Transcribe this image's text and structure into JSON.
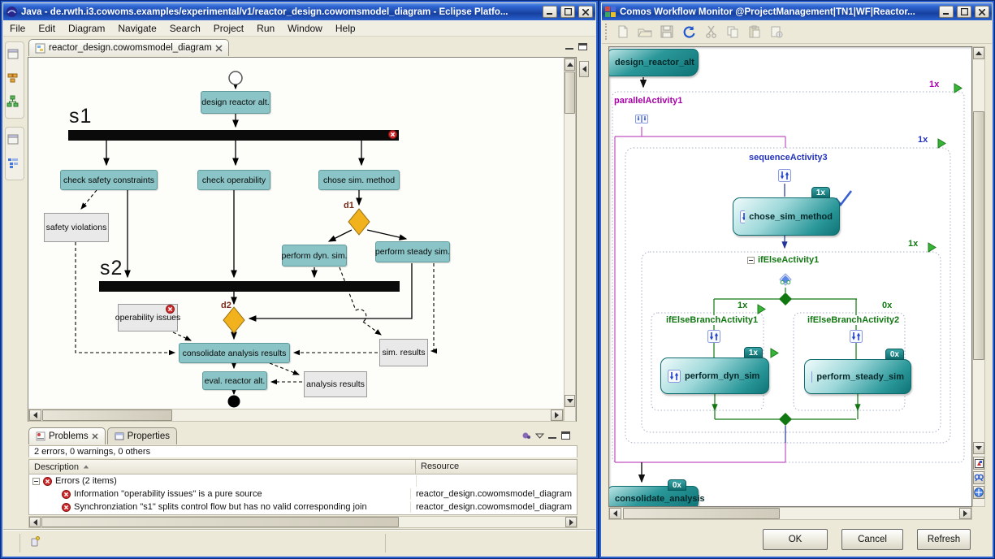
{
  "left": {
    "title": "Java - de.rwth.i3.cowoms.examples/experimental/v1/reactor_design.cowomsmodel_diagram - Eclipse Platfo...",
    "menu": [
      "File",
      "Edit",
      "Diagram",
      "Navigate",
      "Search",
      "Project",
      "Run",
      "Window",
      "Help"
    ],
    "tab": "reactor_design.cowomsmodel_diagram",
    "fastview_icons": [
      "editor-icon",
      "package-explorer-icon",
      "hierarchy-icon",
      "editor-icon",
      "outline-icon"
    ],
    "diagram": {
      "s1": "s1",
      "s2": "s2",
      "d1": "d1",
      "d2": "d2",
      "design": "design reactor alt.",
      "check_safety": "check safety constraints",
      "check_operability": "check operability",
      "chose_sim": "chose sim. method",
      "safety_violations": "safety violations",
      "perform_dyn": "perform dyn. sim.",
      "perform_steady": "perform steady sim.",
      "operability_issues": "operability issues",
      "consolidate": "consolidate analysis results",
      "sim_results": "sim. results",
      "eval": "eval. reactor alt.",
      "analysis_results": "analysis results"
    },
    "problems": {
      "tab_problems": "Problems",
      "tab_properties": "Properties",
      "summary": "2 errors, 0 warnings, 0 others",
      "col_description": "Description",
      "col_resource": "Resource",
      "group_label": "Errors (2 items)",
      "rows": [
        {
          "desc": "Information \"operability issues\" is a pure source",
          "res": "reactor_design.cowomsmodel_diagram"
        },
        {
          "desc": "Synchronziation \"s1\" splits control flow but has no valid corresponding join",
          "res": "reactor_design.cowomsmodel_diagram"
        }
      ]
    }
  },
  "right": {
    "title": "Comos Workflow Monitor @ProjectManagement|TN1|WF|Reactor...",
    "toolbar_icons": [
      "new-icon",
      "open-icon",
      "save-icon",
      "refresh-icon",
      "cut-icon",
      "copy-icon",
      "paste-icon",
      "properties-icon"
    ],
    "side_icons": [
      "overview-icon",
      "search-icon",
      "pan-icon"
    ],
    "workflow": {
      "design_reactor_alt": "design_reactor_alt",
      "parallel": "parallelActivity1",
      "parallel_badge": "1x",
      "sequence": "sequenceActivity3",
      "sequence_badge": "1x",
      "chose": "chose_sim_method",
      "chose_badge": "1x",
      "ifelse": "ifElseActivity1",
      "ifelse_badge": "1x",
      "branch1": "ifElseBranchActivity1",
      "branch1_badge": "1x",
      "branch2": "ifElseBranchActivity2",
      "bran2_note": "",
      "branch2_badge": "0x",
      "perform_dyn": "perform_dyn_sim",
      "perform_dyn_badge": "1x",
      "perform_steady": "perform_steady_sim",
      "perform_steady_badge": "0x",
      "consolidate": "consolidate_analysis",
      "consolidate_badge": "0x"
    },
    "buttons": {
      "ok": "OK",
      "cancel": "Cancel",
      "refresh": "Refresh"
    }
  }
}
